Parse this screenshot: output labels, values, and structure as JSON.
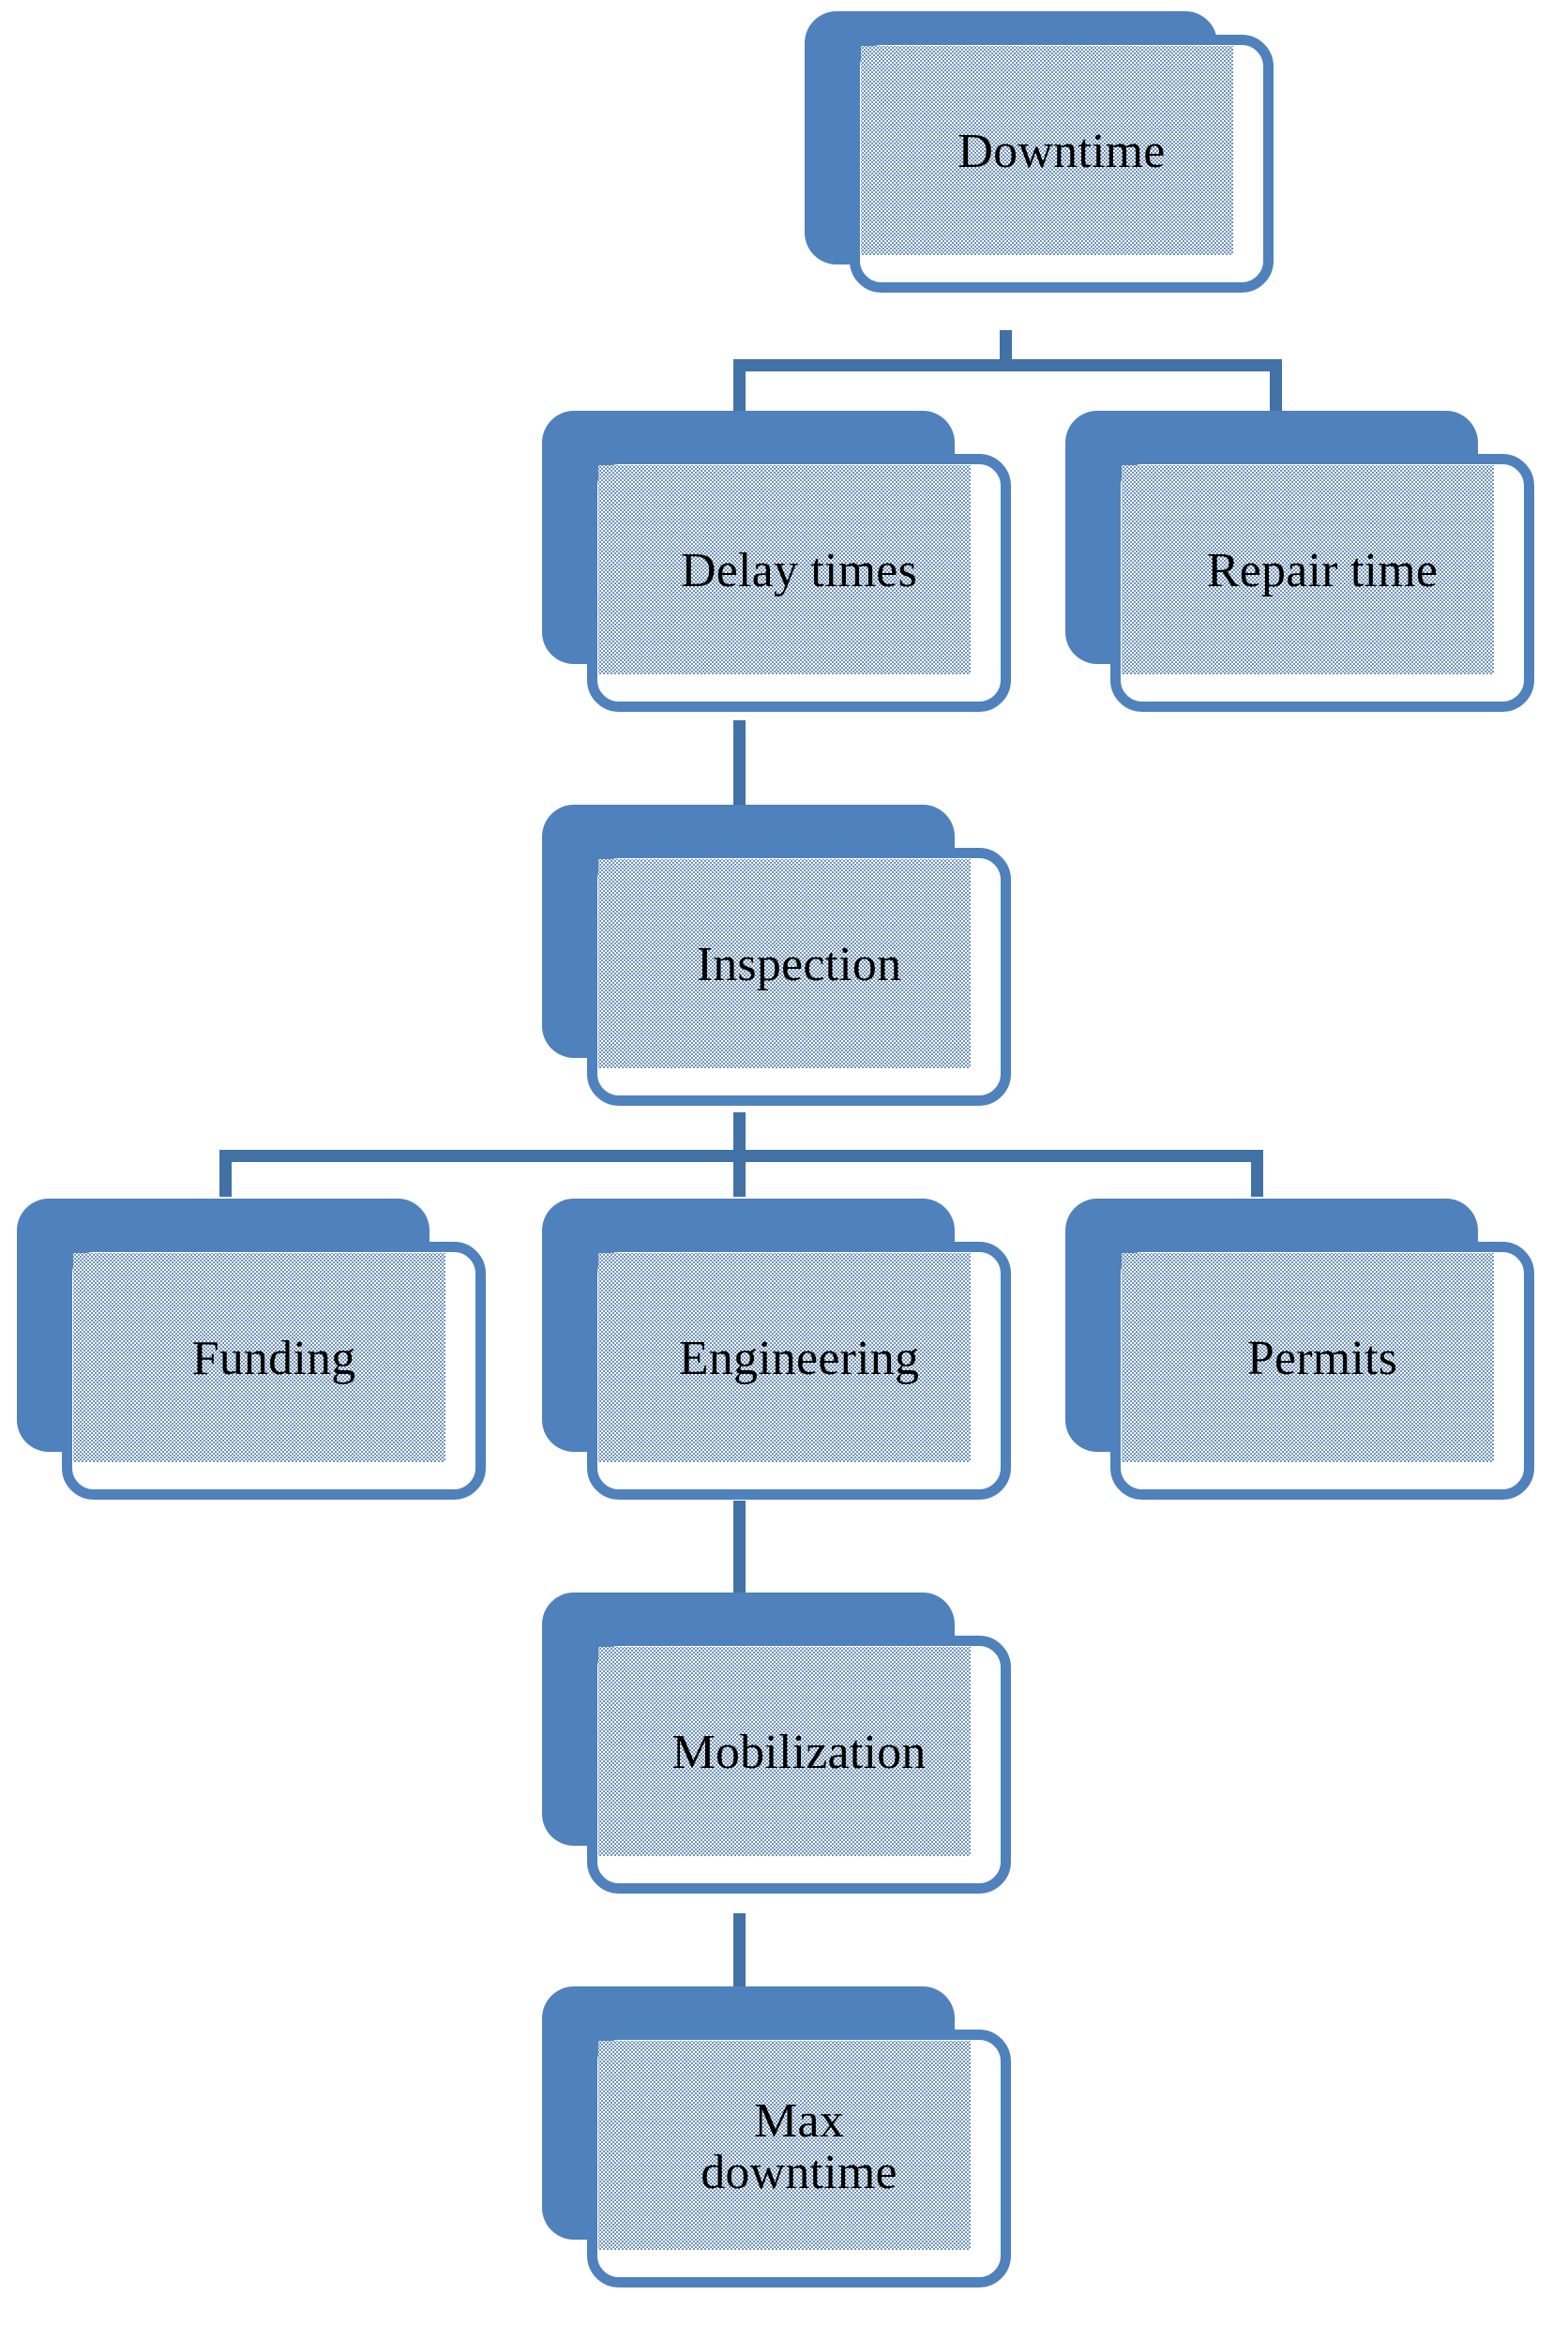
{
  "diagram": {
    "title": "Downtime Breakdown Flowchart",
    "type": "tree-flowchart",
    "colors": {
      "node_plate": "#4F81BD",
      "node_border": "#4F81BD",
      "node_fill": "#FFFFFF",
      "node_inner_pattern": "#4272A8",
      "connector": "#4271A5",
      "label_text": "#000000",
      "background": "#FFFFFF"
    },
    "nodes": [
      {
        "id": "downtime",
        "label": "Downtime"
      },
      {
        "id": "delay-times",
        "label": "Delay times"
      },
      {
        "id": "repair-time",
        "label": "Repair time"
      },
      {
        "id": "inspection",
        "label": "Inspection"
      },
      {
        "id": "funding",
        "label": "Funding"
      },
      {
        "id": "engineering",
        "label": "Engineering"
      },
      {
        "id": "permits",
        "label": "Permits"
      },
      {
        "id": "mobilization",
        "label": "Mobilization"
      },
      {
        "id": "max-downtime",
        "label": "Max\ndowntime"
      }
    ],
    "edges": [
      {
        "from": "downtime",
        "to": "delay-times"
      },
      {
        "from": "downtime",
        "to": "repair-time"
      },
      {
        "from": "delay-times",
        "to": "inspection"
      },
      {
        "from": "inspection",
        "to": "funding"
      },
      {
        "from": "inspection",
        "to": "engineering"
      },
      {
        "from": "inspection",
        "to": "permits"
      },
      {
        "from": "engineering",
        "to": "mobilization"
      },
      {
        "from": "mobilization",
        "to": "max-downtime"
      }
    ]
  }
}
